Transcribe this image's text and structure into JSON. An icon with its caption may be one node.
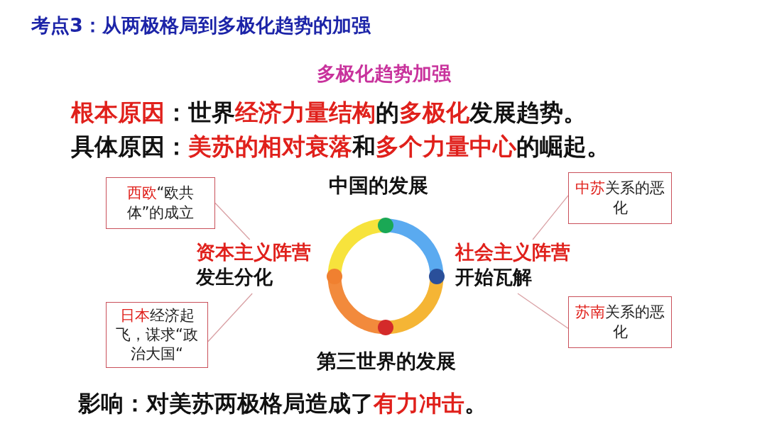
{
  "diagram": {
    "title": "考点3：从两极格局到多极化趋势的加强",
    "nodes": [
      {
        "text": [
          "资本主义阵营",
          "发生分化"
        ]
      },
      {
        "text": [
          "**西欧**“欧共体”的成立"
        ]
      },
      {
        "text": [
          "**日本**经济起飞，谋求“政治大国“"
        ]
      },
      {
        "text": [
          "社会主义阵营",
          "开始瓦解"
        ]
      },
      {
        "text": [
          "**中苏**关系的恶化"
        ]
      },
      {
        "text": [
          "**苏南**关系的恶化"
        ]
      }
    ],
    "edges": [
      {
        "from": 0,
        "to": 1,
        "arrow": "none"
      },
      {
        "from": 0,
        "to": 2,
        "arrow": "none"
      },
      {
        "from": 3,
        "to": 4,
        "arrow": "none"
      },
      {
        "from": 3,
        "to": 5,
        "arrow": "none"
      }
    ],
    "labels": [
      "多极化趋势加强",
      "**根本原因**：世界**经济力量结构**的**多极化**发展趋势。",
      "具体原因：**美苏的相对衰落**和**多个力量中心**的崛起。",
      "中国的发展",
      "第三世界的发展",
      "影响：对美苏两极格局造成了**有力冲击**。"
    ]
  }
}
